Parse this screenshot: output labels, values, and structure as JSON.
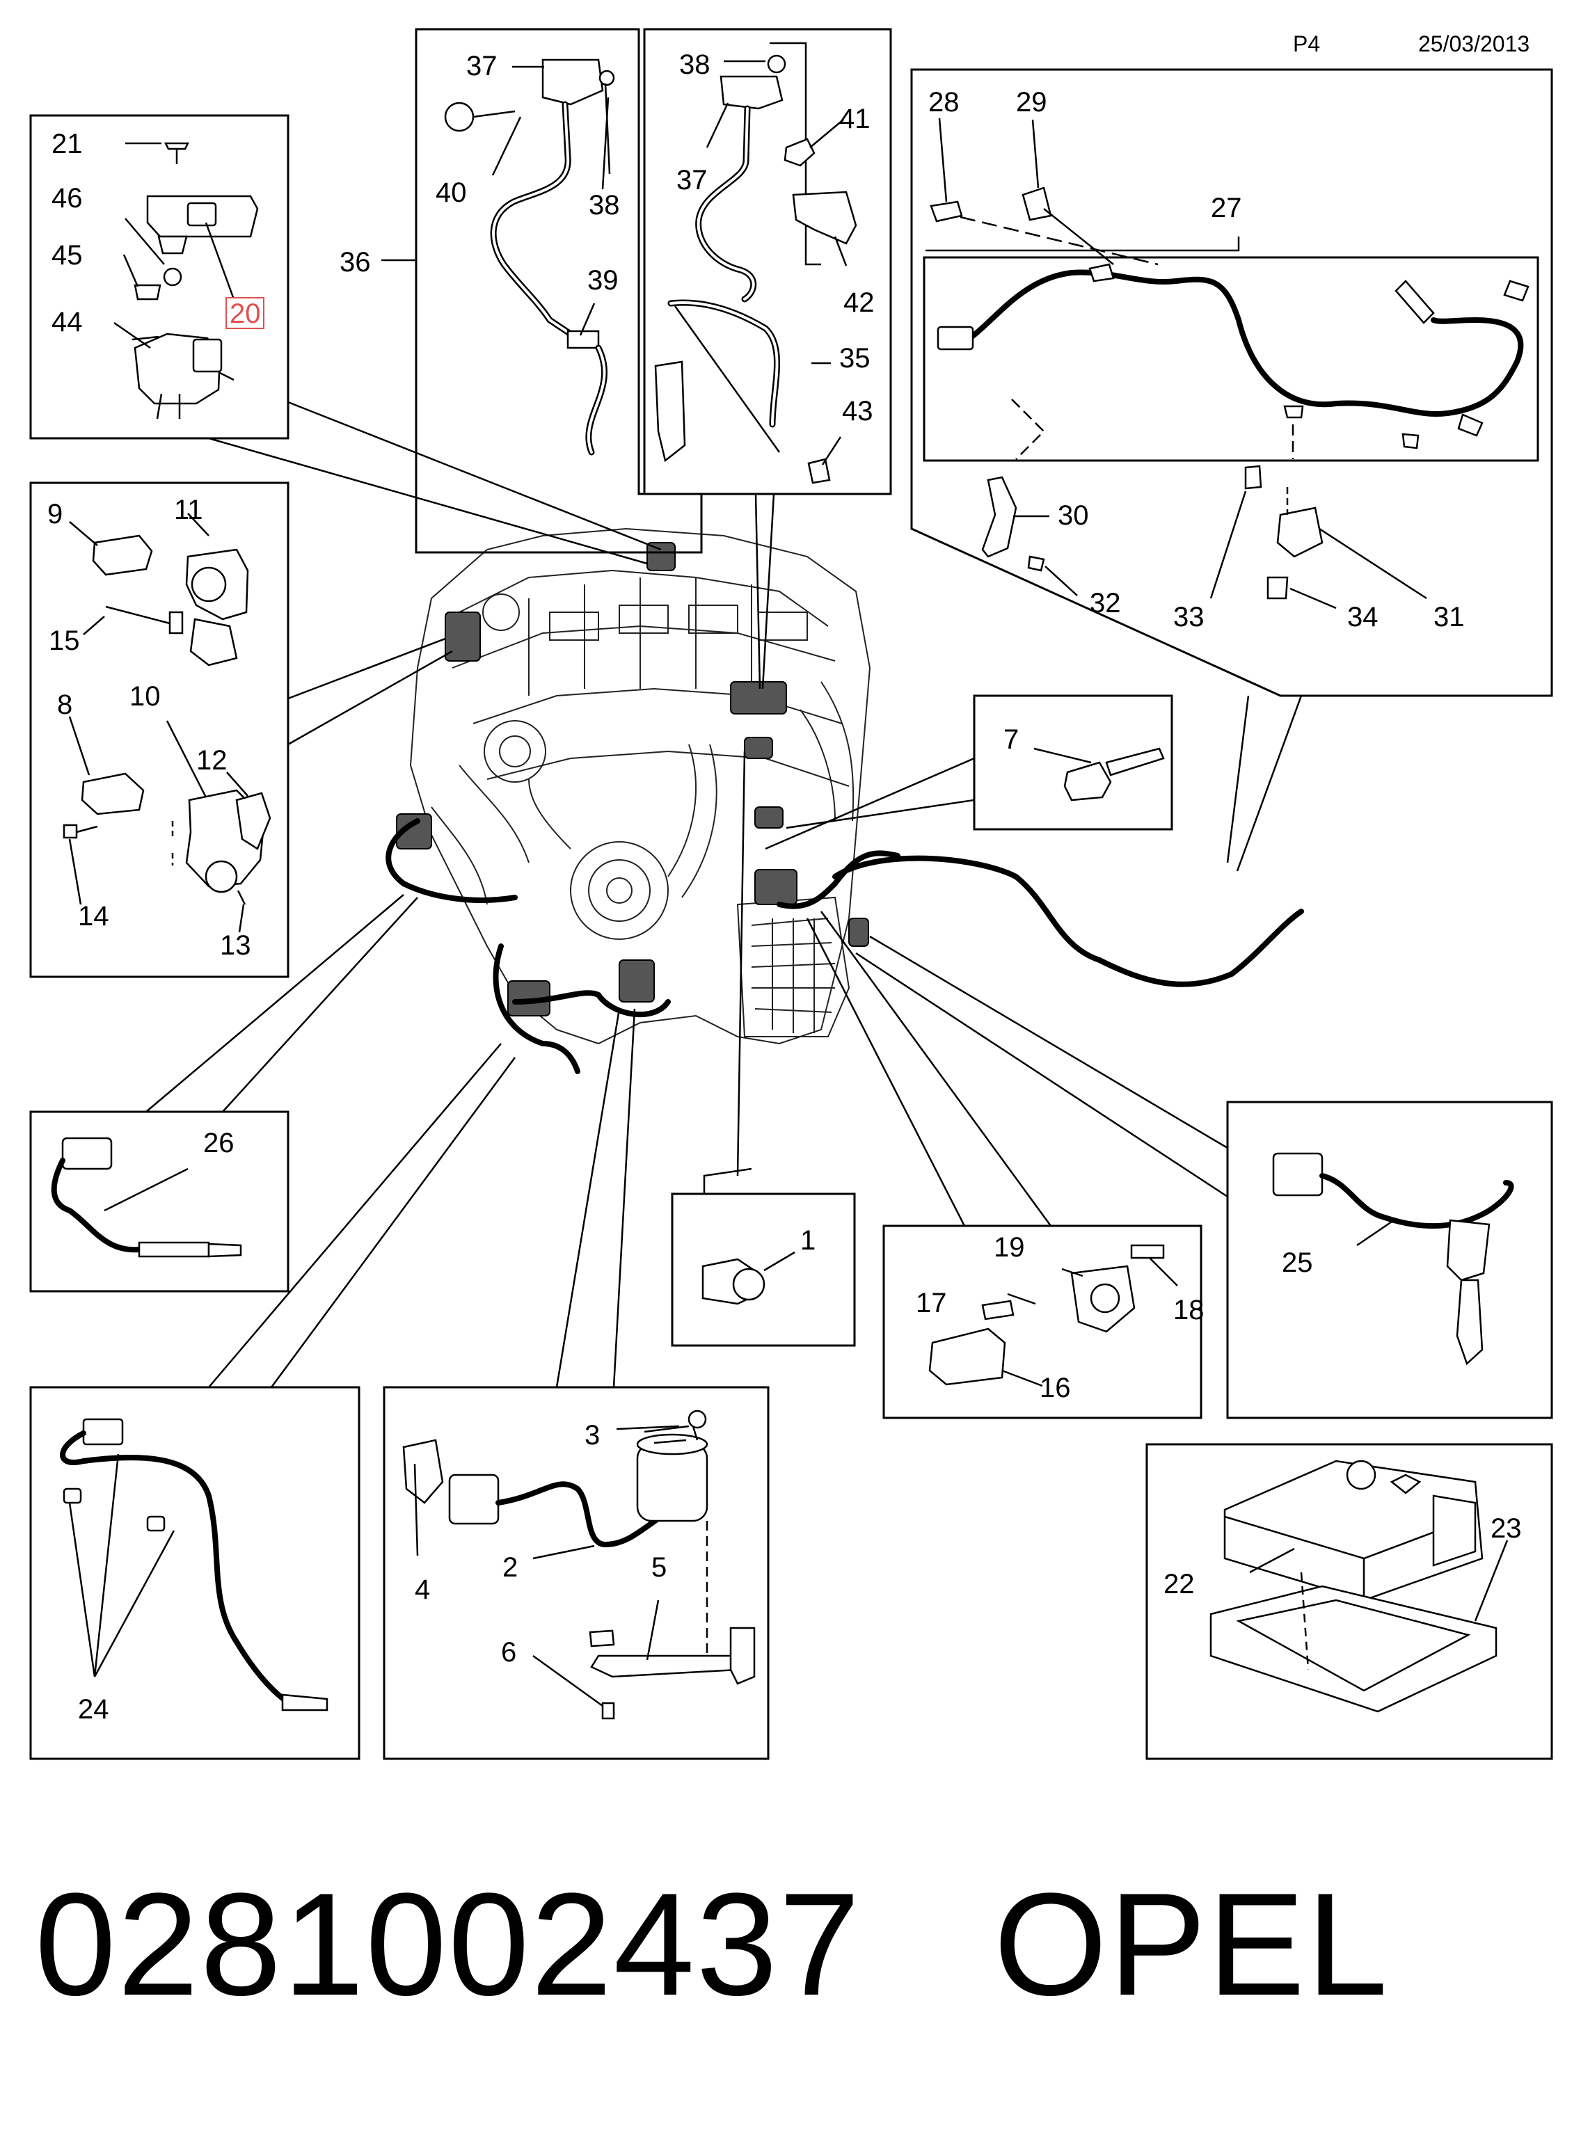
{
  "header": {
    "page": "P4",
    "date": "25/03/2013"
  },
  "callouts": {
    "c1": "1",
    "c2": "2",
    "c3": "3",
    "c4": "4",
    "c5": "5",
    "c6": "6",
    "c7": "7",
    "c8": "8",
    "c9": "9",
    "c10": "10",
    "c11": "11",
    "c12": "12",
    "c13": "13",
    "c14": "14",
    "c15": "15",
    "c16": "16",
    "c17": "17",
    "c18": "18",
    "c19": "19",
    "c20": "20",
    "c21": "21",
    "c22": "22",
    "c23": "23",
    "c24": "24",
    "c25": "25",
    "c26": "26",
    "c27": "27",
    "c28": "28",
    "c29": "29",
    "c30": "30",
    "c31": "31",
    "c32": "32",
    "c33": "33",
    "c34": "34",
    "c35": "35",
    "c36": "36",
    "c37": "37",
    "c38": "38",
    "c39": "39",
    "c40": "40",
    "c41": "41",
    "c42": "42",
    "c43": "43",
    "c44": "44",
    "c45": "45",
    "c46": "46"
  },
  "highlighted_callout": "20",
  "colors": {
    "highlight_border": "#e05050",
    "line": "#000000",
    "background": "#ffffff"
  },
  "caption": {
    "part_number": "0281002437",
    "brand": "OPEL"
  }
}
